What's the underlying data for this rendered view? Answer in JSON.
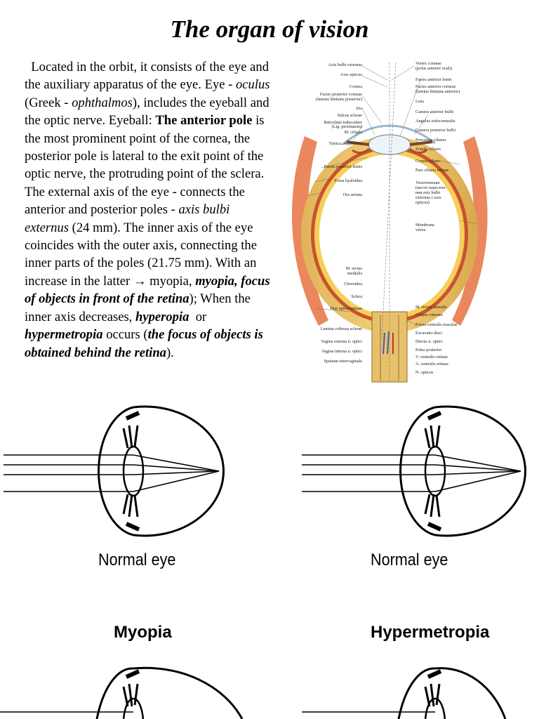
{
  "page": {
    "title": "The organ of vision",
    "paragraph": [
      {
        "t": "  Located in the orbit, it consists of the eye and the auxiliary apparatus of the eye. Eye - "
      },
      {
        "t": "oculus",
        "i": true
      },
      {
        "t": " (Greek - "
      },
      {
        "t": "ophthalmos",
        "i": true
      },
      {
        "t": "), includes the eyeball and the optic nerve. Eyeball: "
      },
      {
        "t": "The anterior pole",
        "b": true
      },
      {
        "t": " is the most prominent point of the cornea, the posterior pole is lateral to the exit point of the optic nerve, the protruding point of the sclera. The external axis of the eye - connects the anterior and posterior poles - "
      },
      {
        "t": "axis bulbi externus",
        "i": true
      },
      {
        "t": " (24 mm). The inner axis of the eye coincides with the outer axis, connecting the inner parts of the poles (21.75 mm). With an increase in the latter → myopia, "
      },
      {
        "t": "myopia, focus of objects in front of the retina",
        "i": true,
        "b": true
      },
      {
        "t": "); When the inner axis decreases, "
      },
      {
        "t": "hyperopia",
        "i": true,
        "b": true
      },
      {
        "t": "  or "
      },
      {
        "t": "hypermetropia",
        "i": true,
        "b": true
      },
      {
        "t": " occurs ("
      },
      {
        "t": "the focus of objects is obtained behind the retina",
        "i": true,
        "b": true
      },
      {
        "t": ")."
      }
    ]
  },
  "anatomy_labels": {
    "right": [
      "Axis bulbi externus",
      "Axis opticus",
      "Facies posterior corneae",
      "(lamina limitans posterior)",
      "Cornea",
      "Iris",
      "Sulcus sclerae",
      "Reticulum trabeculare",
      "(Lig. pectinatum)",
      "M. ciliaris",
      "Tunica conjunctiva",
      "Facies posterior lentis",
      "Fossa hyaloidea",
      "Ora serrata",
      "M. rectus",
      "medialis",
      "Choroidea",
      "Sclera",
      "Pars optica retinae",
      "Lamina cribrosa sclerae",
      "Vagina externa n. optici",
      "Vagina interna n. optici",
      "Spatium intervaginale"
    ],
    "left": [
      "Vertex corneae",
      "(polus anterior oculi)",
      "Facies anterior lentis",
      "Facies anterior corneae",
      "(lamina limitans anterior)",
      "Lens",
      "Camera anterior bulbi",
      "Angulus iridocornealis",
      "Camera posterior bulbi",
      "Processus ciliares",
      "Zonula ciliaris",
      "Corpus ciliare",
      "Pars ciliaris retinae",
      "Уплотненная",
      "(место пересече-",
      "ния axis bulbi",
      "externus с axis",
      "opticus)",
      "Membrana",
      "vitrea",
      "M. rectus lateralis",
      "Corpus vitreum",
      "Fovea centralis maculae",
      "Excavatio disci",
      "Discus n. optici",
      "Polus posterior",
      "V. centralis retinae",
      "A. centralis retinae",
      "N. opticus"
    ]
  },
  "diagrams": {
    "caption_left": "Normal eye",
    "caption_right": "Normal eye",
    "heading_left": "Myopia",
    "heading_right": "Hypermetropia"
  }
}
